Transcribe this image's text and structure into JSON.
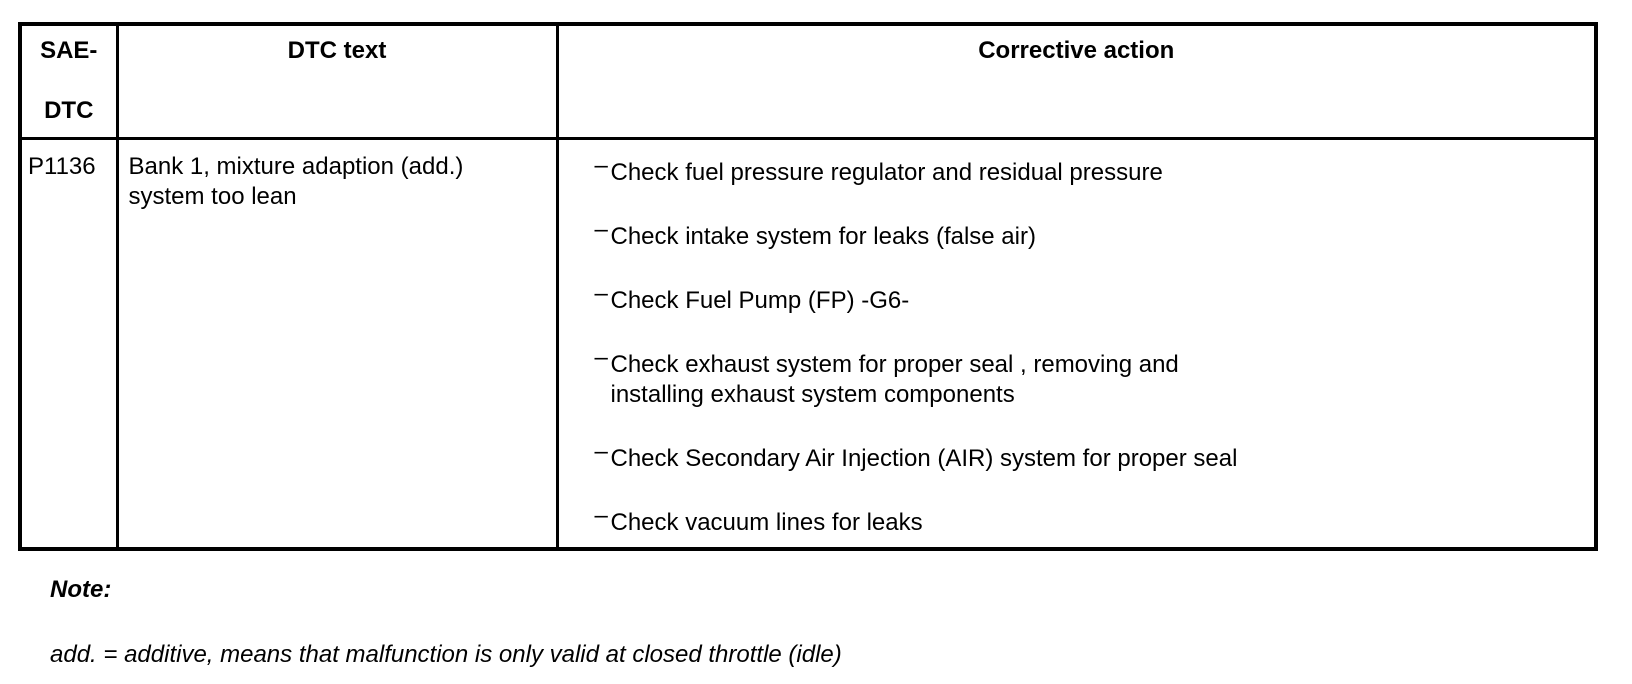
{
  "colors": {
    "text": "#000000",
    "background": "#ffffff",
    "border": "#000000"
  },
  "glyphs": {
    "action_dash": "–"
  },
  "table": {
    "headers": {
      "sae_line1": "SAE-",
      "sae_line2": "DTC",
      "dtc_text": "DTC text",
      "corrective_action": "Corrective action"
    },
    "rows": [
      {
        "code": "P1136",
        "dtc_text": "Bank 1, mixture adaption (add.)\nsystem too lean",
        "actions": [
          "Check fuel pressure regulator and residual pressure",
          "Check intake system for leaks (false air)",
          "Check Fuel Pump (FP) -G6-",
          "Check exhaust system for proper seal , removing and\ninstalling exhaust system components",
          "Check Secondary Air Injection (AIR) system for proper seal",
          "Check vacuum lines for leaks"
        ]
      }
    ]
  },
  "note": {
    "label": "Note:",
    "text": "add. = additive, means that malfunction is only valid at closed throttle (idle)"
  }
}
